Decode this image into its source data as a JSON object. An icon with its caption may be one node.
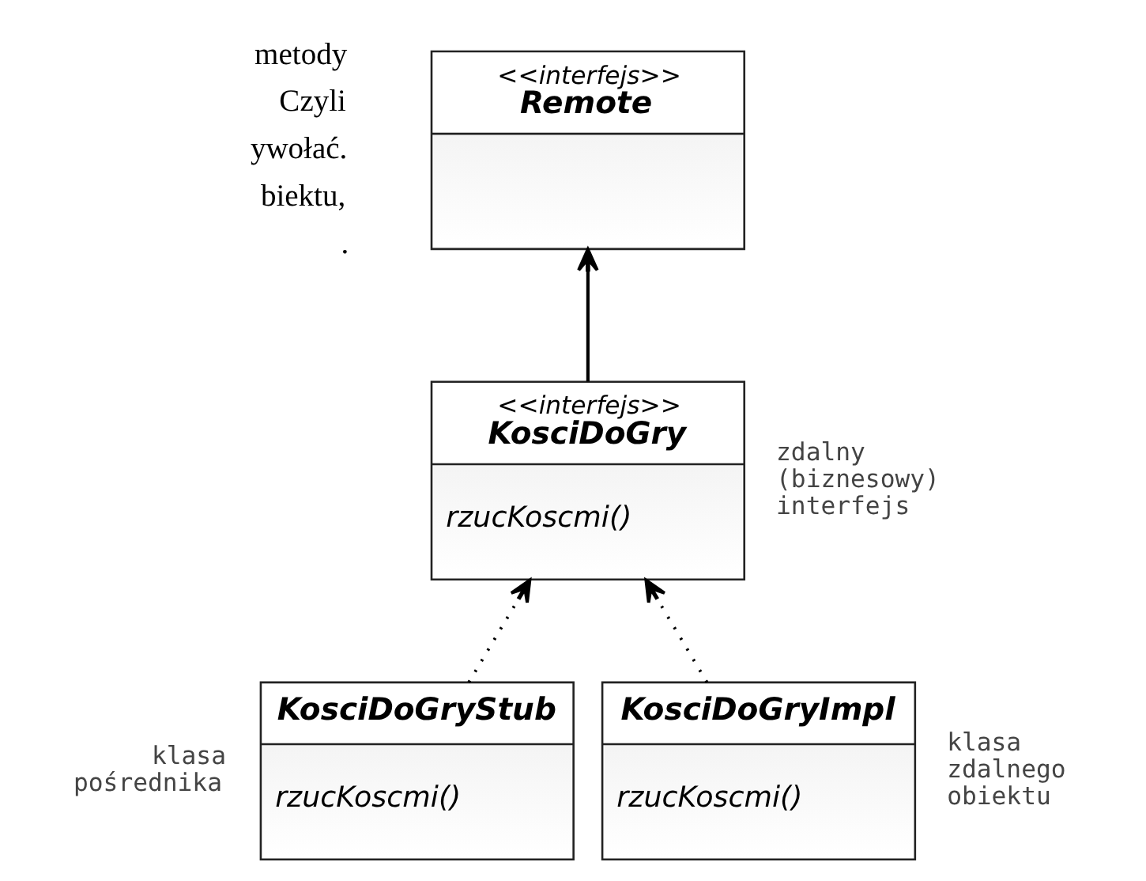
{
  "diagram": {
    "nodes": [
      {
        "text": [
          "<<interfejs>>",
          "Remote"
        ]
      },
      {
        "text": [
          "<<interfejs>>",
          "KosciDoGry",
          "rzucKoscmi()"
        ],
        "beside": [
          "zdalny (biznesowy) interfejs"
        ]
      },
      {
        "text": [
          "KosciDoGryStub",
          "rzucKoscmi()"
        ],
        "beside": [
          "klasa pośrednika"
        ]
      },
      {
        "text": [
          "KosciDoGryImpl",
          "rzucKoscmi()"
        ],
        "beside": [
          "klasa zdalnego obiektu"
        ]
      }
    ],
    "edges": [
      {
        "from": 1,
        "to": 0,
        "arrow": "to"
      },
      {
        "from": 2,
        "to": 1,
        "arrow": "to",
        "style": "dashed"
      },
      {
        "from": 3,
        "to": 1,
        "arrow": "to",
        "style": "dashed"
      }
    ],
    "labels": [
      "metody",
      "Czyli",
      "ywołać.",
      "biektu,",
      "."
    ]
  }
}
